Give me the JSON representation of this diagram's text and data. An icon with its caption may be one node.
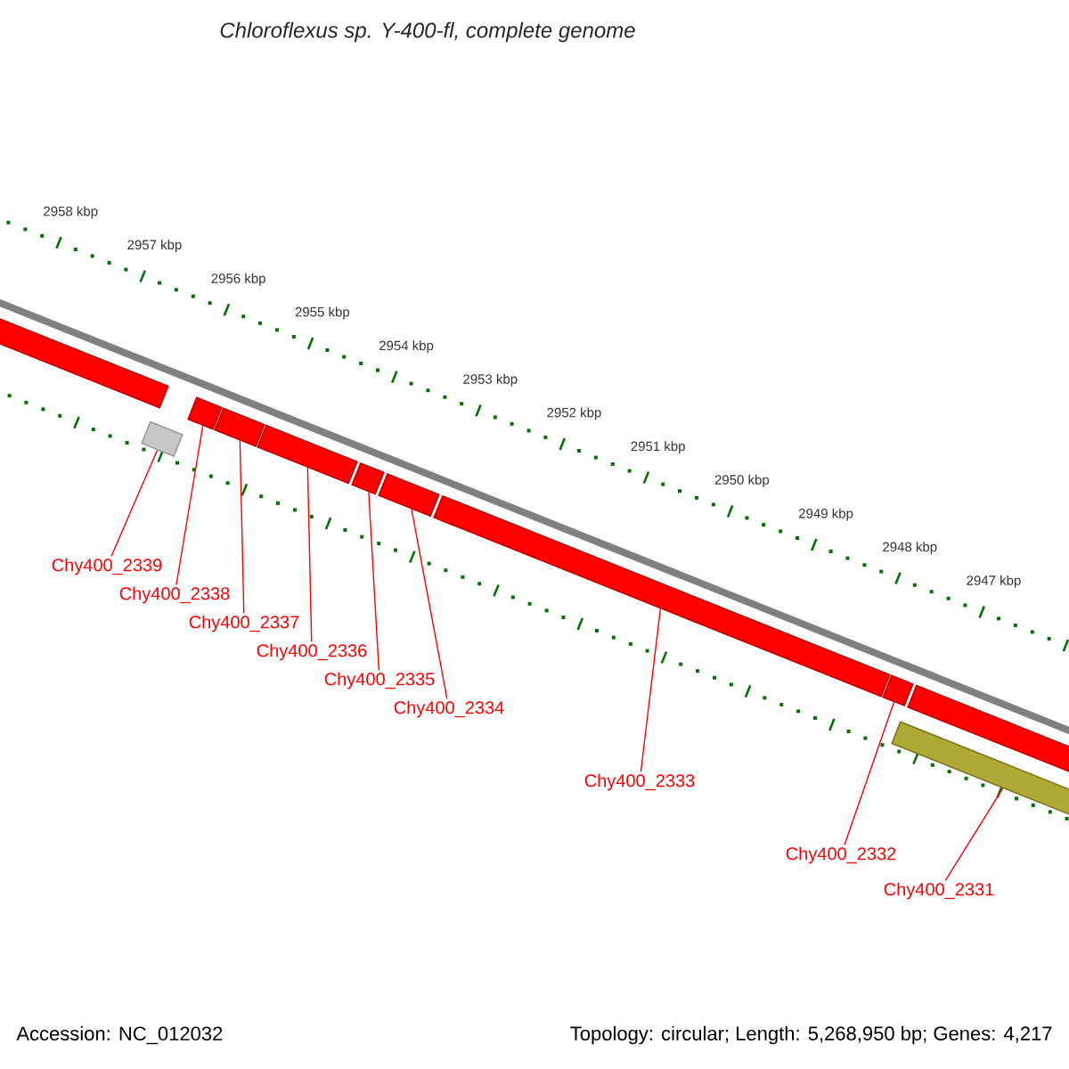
{
  "diagram": {
    "title": "Chloroflexus sp. Y-400-fl, complete genome",
    "nodes": [
      {
        "text": [],
        "shape": "bar"
      },
      {
        "text": [],
        "shape": "bar"
      },
      {
        "text": [],
        "shape": "bar"
      },
      {
        "text": [],
        "shape": "bar"
      },
      {
        "text": [],
        "shape": "bar"
      },
      {
        "text": [],
        "shape": "bar"
      },
      {
        "text": [],
        "shape": "bar"
      },
      {
        "text": [],
        "shape": "bar"
      },
      {
        "text": [],
        "shape": "bar"
      },
      {
        "text": [],
        "shape": "bar"
      },
      {
        "text": [],
        "shape": "bar"
      },
      {
        "text": [
          "Chy400_2339"
        ]
      },
      {
        "text": [
          "Chy400_2338"
        ]
      },
      {
        "text": [
          "Chy400_2337"
        ]
      },
      {
        "text": [
          "Chy400_2336"
        ]
      },
      {
        "text": [
          "Chy400_2335"
        ]
      },
      {
        "text": [
          "Chy400_2334"
        ]
      },
      {
        "text": [
          "Chy400_2333"
        ]
      },
      {
        "text": [
          "Chy400_2332"
        ]
      },
      {
        "text": [
          "Chy400_2331"
        ]
      }
    ],
    "edges": [
      {
        "from": 11,
        "to": 1,
        "arrow": "none"
      },
      {
        "from": 12,
        "to": 2,
        "arrow": "none"
      },
      {
        "from": 13,
        "to": 3,
        "arrow": "none"
      },
      {
        "from": 14,
        "to": 4,
        "arrow": "none"
      },
      {
        "from": 15,
        "to": 5,
        "arrow": "none"
      },
      {
        "from": 16,
        "to": 6,
        "arrow": "none"
      },
      {
        "from": 17,
        "to": 7,
        "arrow": "none"
      },
      {
        "from": 18,
        "to": 8,
        "arrow": "none"
      },
      {
        "from": 19,
        "to": 9,
        "arrow": "none"
      }
    ],
    "labels": [
      "2958 kbp",
      "2957 kbp",
      "2956 kbp",
      "2955 kbp",
      "2954 kbp",
      "2953 kbp",
      "2952 kbp",
      "2951 kbp",
      "2950 kbp",
      "2949 kbp",
      "2948 kbp",
      "2947 kbp",
      "Accession: NC_012032",
      "Topology: circular; Length: 5,268,950 bp; Genes: 4,217"
    ]
  }
}
